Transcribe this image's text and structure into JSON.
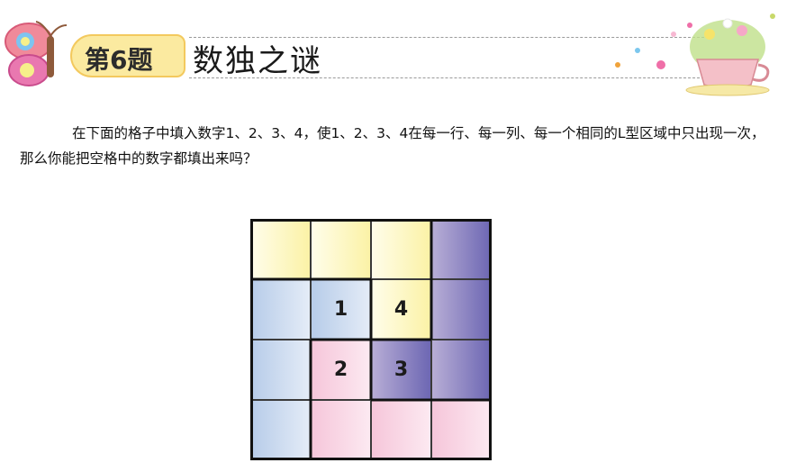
{
  "header": {
    "badge": "第6题",
    "title": "数独之谜"
  },
  "intro": "在下面的格子中填入数字1、2、3、4，使1、2、3、4在每一行、每一列、每一个相同的L型区域中只出现一次，那么你能把空格中的数字都填出来吗？",
  "puzzle": {
    "rows": [
      [
        "",
        "",
        "",
        ""
      ],
      [
        "",
        "1",
        "4",
        ""
      ],
      [
        "",
        "2",
        "3",
        ""
      ],
      [
        "",
        "",
        "",
        ""
      ]
    ],
    "regions": [
      [
        "yellow",
        "yellow",
        "yellow",
        "purple"
      ],
      [
        "blue",
        "blue",
        "yellow",
        "purple"
      ],
      [
        "blue",
        "pink",
        "purple",
        "purple"
      ],
      [
        "blue",
        "pink",
        "pink",
        "pink"
      ]
    ],
    "colors": {
      "yellow": "#fbf2a6",
      "purple": "#6d67b3",
      "blue": "#b7cce9",
      "pink": "#f6c6da"
    }
  }
}
